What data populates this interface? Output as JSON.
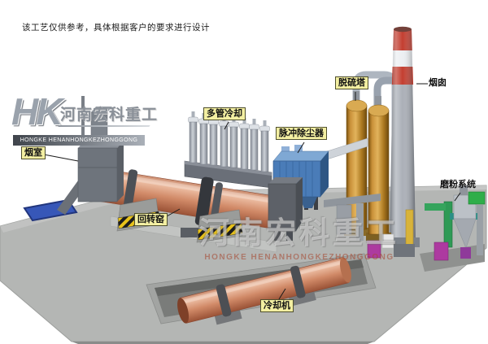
{
  "disclaimer": "该工艺仅供参考，具体根据客户的要求进行设计",
  "logo": {
    "monogram": "HK",
    "company_cn": "河南宏科重工",
    "company_en": "HONGKE HENANHONGKEZHONGGONG"
  },
  "watermark": {
    "cn": "河南宏科重工",
    "en": "HONGKE HENANHONGKEZHONGGONG"
  },
  "labels": {
    "smoke_chamber": "烟室",
    "multi_tube_cooler": "多管冷却",
    "pulse_dust_collector": "脉冲除尘器",
    "desulfurization_tower": "脱硫塔",
    "chimney": "烟囱",
    "grinding_system": "磨粉系统",
    "rotary_kiln": "回转窑",
    "cooling_machine": "冷却机"
  },
  "colors": {
    "kiln_body": "#cf8465",
    "dust_collector_blue": "#4a7cb8",
    "tower_tan": "#c89038",
    "chimney_band_red": "#c23a2c",
    "platform_gray": "#b4b6b4",
    "label_bg": "#f3efa2",
    "pool_blue": "#3757b8",
    "hazard_yellow": "#e8c21a"
  }
}
